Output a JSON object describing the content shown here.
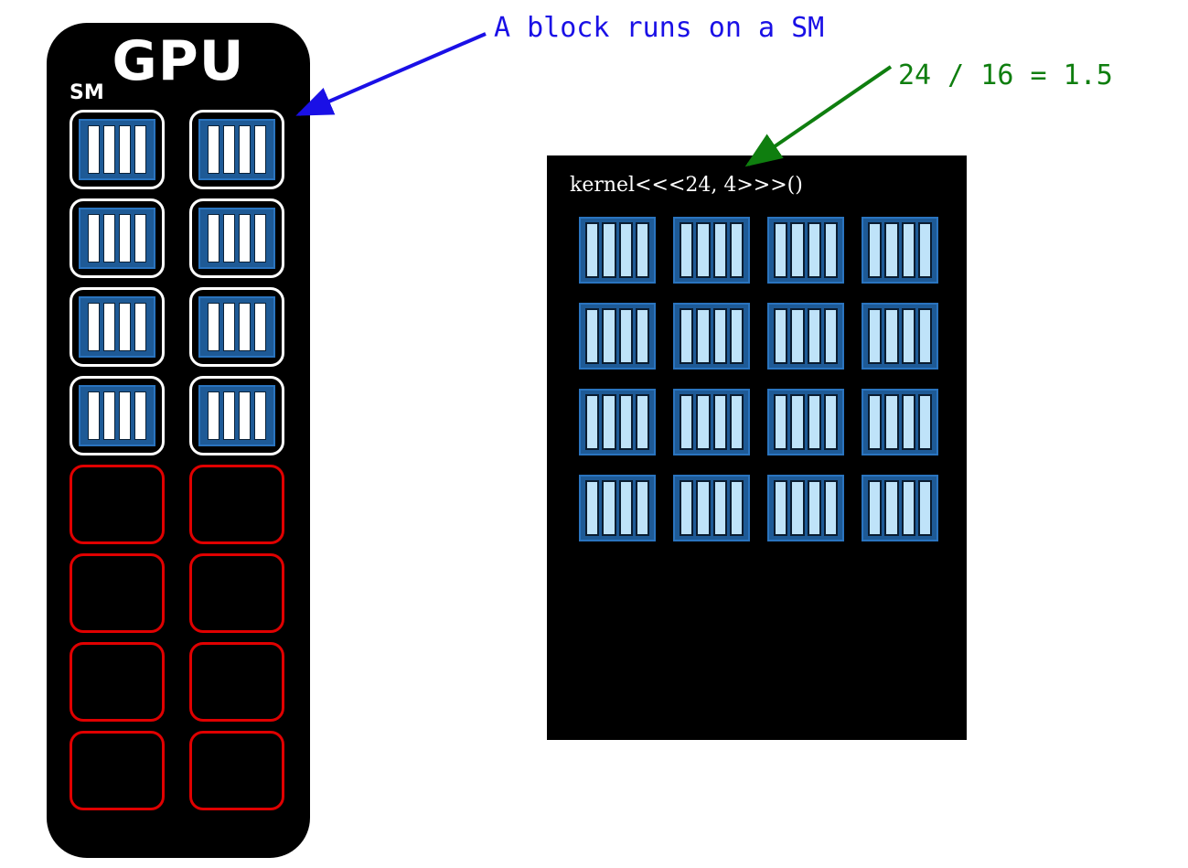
{
  "gpu": {
    "title": "GPU",
    "sm_label": "SM",
    "sm_grid": {
      "columns": 2,
      "rows": 8,
      "occupied_rows": 4,
      "empty_rows": 4
    },
    "threads_per_block": 4
  },
  "kernel": {
    "launch_label": "kernel<<<24, 4>>>()",
    "block_grid": {
      "columns": 4,
      "rows": 4
    },
    "threads_per_block": 4
  },
  "annotations": {
    "block_on_sm": "A block runs on a SM",
    "ratio": "24 / 16 = 1.5"
  },
  "colors": {
    "background": "#ffffff",
    "panel": "#000000",
    "sm_outline": "#ffffff",
    "empty_sm_outline": "#e00000",
    "block_fill": "#1e5a96",
    "thread_fill_sm": "#ffffff",
    "thread_fill_kernel": "#bfe3f9",
    "annotation_blue": "#1a10e6",
    "annotation_green": "#0f7e0f"
  }
}
